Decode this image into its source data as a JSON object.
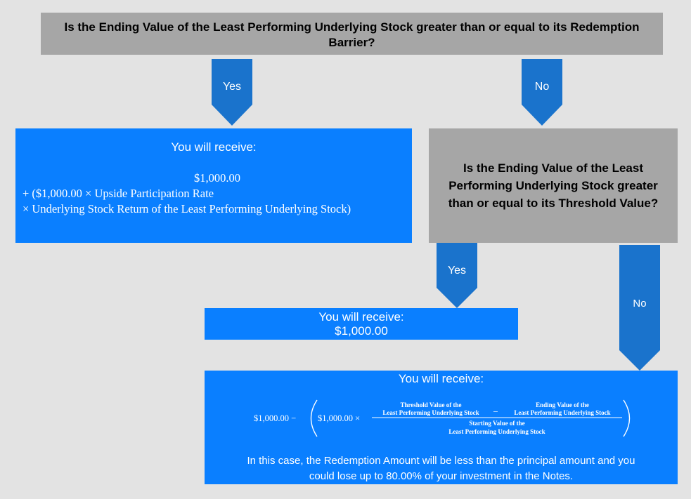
{
  "question1": {
    "line1": "Is the Ending Value of the Least Performing Underlying Stock greater than or equal to its Redemption",
    "line2": "Barrier?"
  },
  "arrows": {
    "yes1": "Yes",
    "no1": "No",
    "yes2": "Yes",
    "no2": "No"
  },
  "outcome1": {
    "title": "You will receive:",
    "line1": "$1,000.00",
    "line2": "+ ($1,000.00 × Upside Participation Rate",
    "line3": "× Underlying Stock Return of the Least Performing Underlying Stock)"
  },
  "question2": {
    "text": "Is the Ending Value of the Least Performing Underlying Stock greater than or equal to its Threshold Value?"
  },
  "outcome2": {
    "title": "You will receive:",
    "amount": "$1,000.00"
  },
  "outcome3": {
    "title": "You will receive:",
    "formula": {
      "lead": "$1,000.00 −",
      "inner": "$1,000.00 ×",
      "num_a_1": "Threshold Value of the",
      "num_a_2": "Least Performing Underlying Stock",
      "minus": "−",
      "num_b_1": "Ending Value of the",
      "num_b_2": "Least Performing Underlying Stock",
      "den_1": "Starting Value of the",
      "den_2": "Least Performing Underlying Stock"
    },
    "note_line1": "In this case, the Redemption Amount will be less than the principal amount and you",
    "note_line2": "could lose up to 80.00% of your investment in the Notes."
  },
  "colors": {
    "background": "#e3e3e3",
    "question_box": "#a6a6a6",
    "outcome_box": "#0a7fff",
    "arrow": "#1a73cc"
  }
}
